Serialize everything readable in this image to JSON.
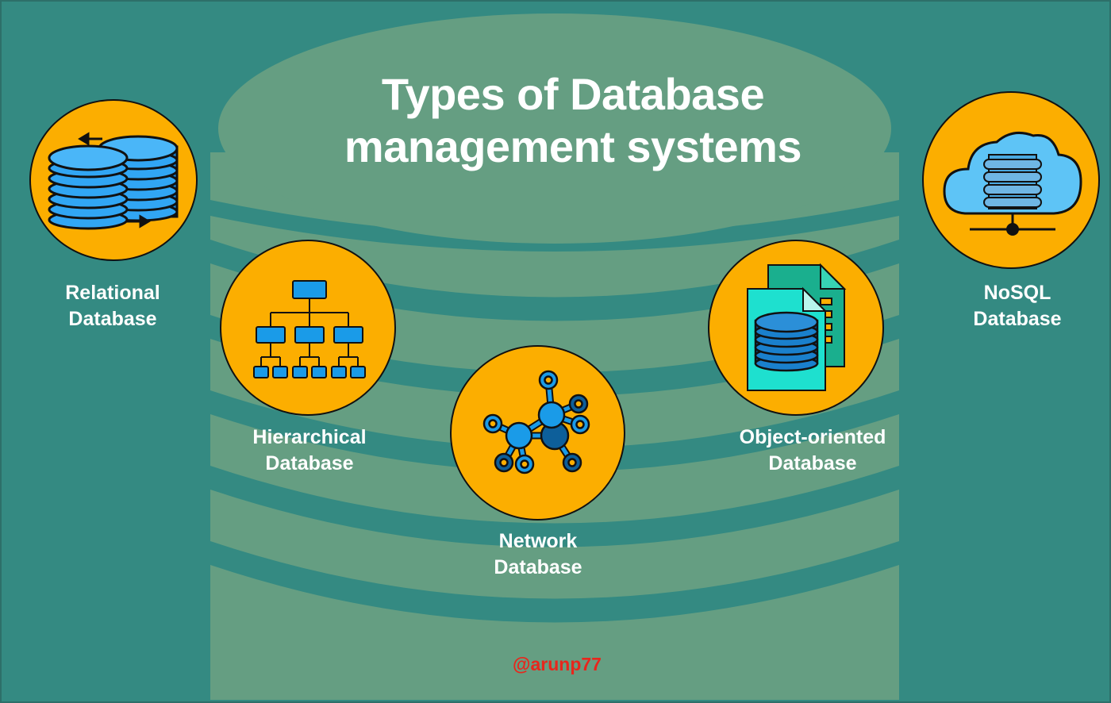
{
  "title": {
    "line1": "Types of Database",
    "line2": "management systems"
  },
  "nodes": [
    {
      "id": "relational",
      "line1": "Relational",
      "line2": "Database",
      "icon": "stacked-databases-icon"
    },
    {
      "id": "hierarchical",
      "line1": "Hierarchical",
      "line2": "Database",
      "icon": "tree-hierarchy-icon"
    },
    {
      "id": "network",
      "line1": "Network",
      "line2": "Database",
      "icon": "network-graph-icon"
    },
    {
      "id": "object",
      "line1": "Object-oriented",
      "line2": "Database",
      "icon": "documents-database-icon"
    },
    {
      "id": "nosql",
      "line1": "NoSQL",
      "line2": "Database",
      "icon": "cloud-server-icon"
    }
  ],
  "credit": "@arunp77",
  "colors": {
    "background": "#348a82",
    "cylinder": "#659e82",
    "node_fill": "#fcae00",
    "label_text": "#ffffff",
    "credit_text": "#e8261c"
  }
}
